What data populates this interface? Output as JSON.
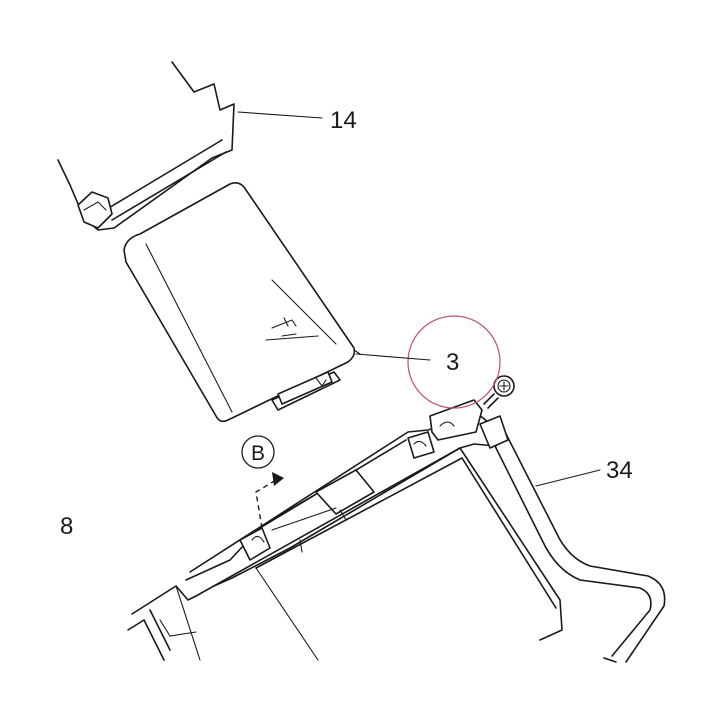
{
  "callouts": {
    "part_14": "14",
    "part_3": "3",
    "part_34": "34",
    "step_number": "8",
    "view_marker": "B"
  },
  "colors": {
    "line": "#1a1a1a",
    "highlight_circle": "#c0506a",
    "background": "#ffffff"
  },
  "icons": {
    "screw": "phillips-screw-icon",
    "arrow": "dashed-arrow-icon"
  }
}
